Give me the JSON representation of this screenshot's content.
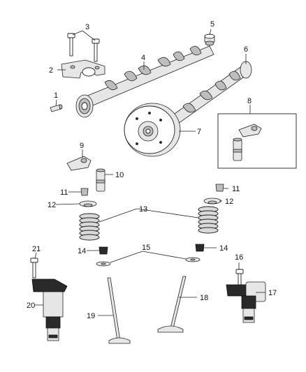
{
  "callouts": [
    "1",
    "2",
    "3",
    "4",
    "5",
    "6",
    "7",
    "8",
    "9",
    "10",
    "11",
    "11",
    "12",
    "12",
    "13",
    "14",
    "14",
    "15",
    "16",
    "17",
    "18",
    "19",
    "20",
    "21"
  ]
}
